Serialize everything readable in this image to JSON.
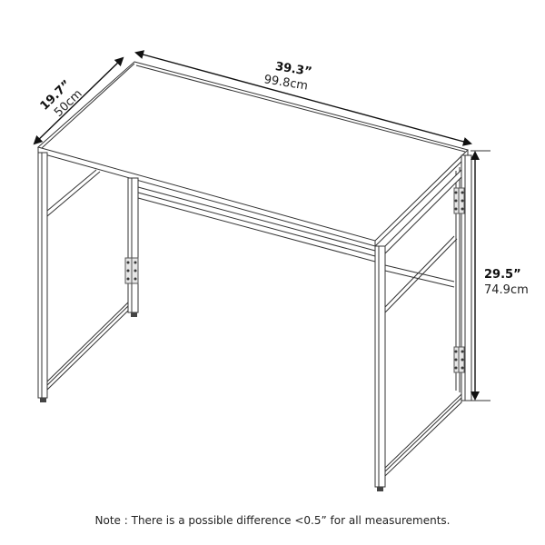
{
  "diagram": {
    "subject": "folding desk with metal frame",
    "dimensions": {
      "depth": {
        "inches": "19.7”",
        "cm": "50cm"
      },
      "width": {
        "inches": "39.3”",
        "cm": "99.8cm"
      },
      "height": {
        "inches": "29.5”",
        "cm": "74.9cm"
      }
    },
    "note": "Note : There is a possible difference <0.5” for all measurements.",
    "colors": {
      "line": "#333333",
      "arrow": "#111111",
      "background": "#ffffff",
      "hinge": "#e6e6e6"
    }
  }
}
